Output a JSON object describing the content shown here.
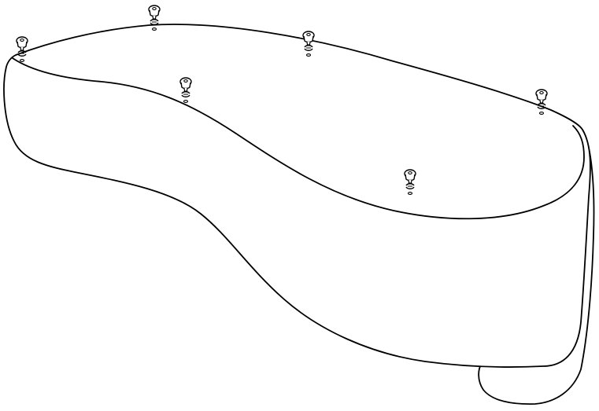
{
  "figure": {
    "subject": "sofa-seat-cushion-underside",
    "view": "isometric-line-art",
    "background_color": "#ffffff",
    "line_color": "#000000"
  },
  "parts": {
    "cushion": {
      "name": "curved-cushion-body"
    },
    "feet": {
      "count": 6,
      "items": [
        {
          "name": "foot-glide-1"
        },
        {
          "name": "foot-glide-2"
        },
        {
          "name": "foot-glide-3"
        },
        {
          "name": "foot-glide-4"
        },
        {
          "name": "foot-glide-5"
        },
        {
          "name": "foot-glide-6"
        }
      ]
    }
  }
}
